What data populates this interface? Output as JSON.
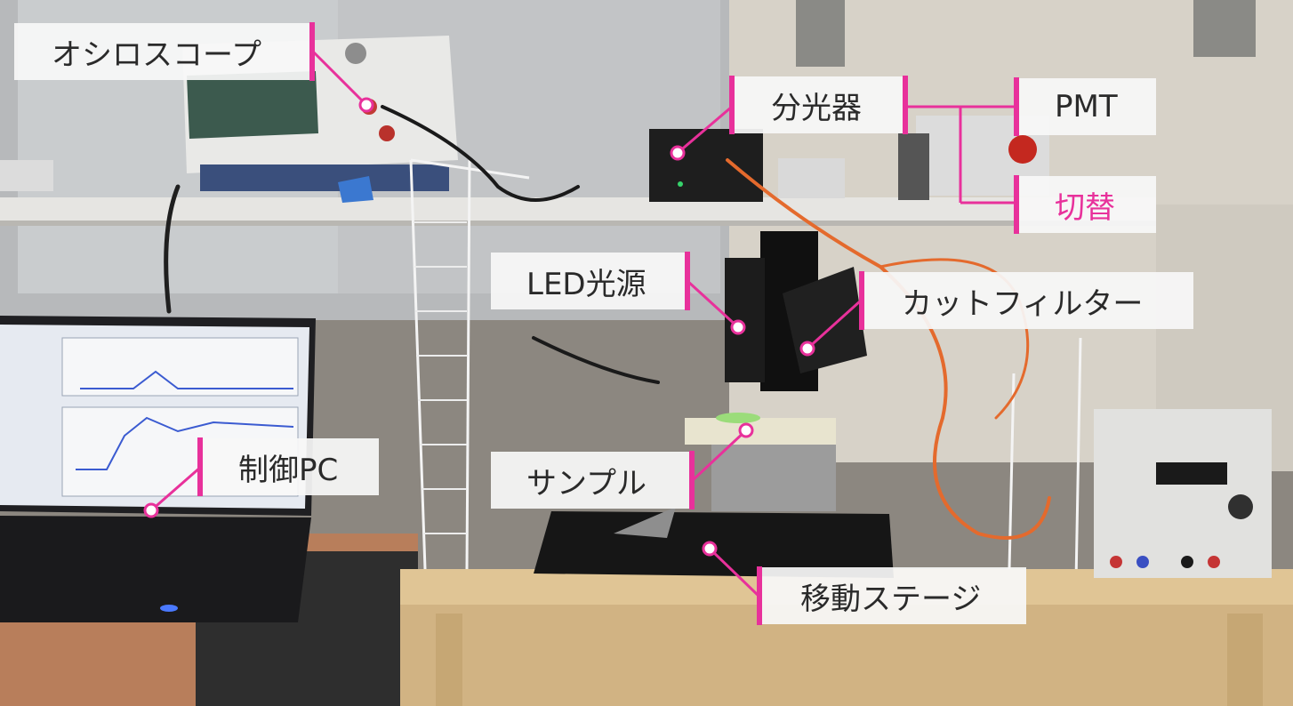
{
  "labels": {
    "oscilloscope": "オシロスコープ",
    "spectrometer": "分光器",
    "pmt": "PMT",
    "switch": "切替",
    "led_source": "LED光源",
    "cut_filter": "カットフィルター",
    "control_pc": "制御PC",
    "sample": "サンプル",
    "stage": "移動ステージ"
  },
  "colors": {
    "accent": "#e8319b",
    "label_text": "#2a2a2a",
    "label_background": "#f8f8f8"
  }
}
